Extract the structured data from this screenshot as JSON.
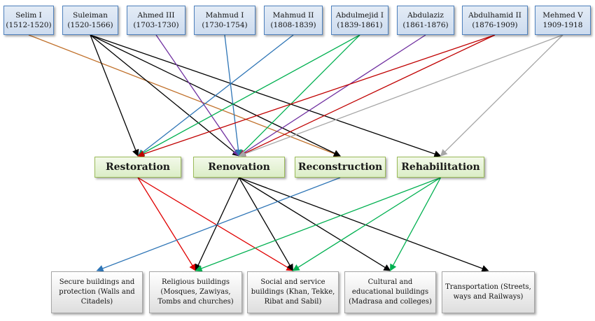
{
  "sultans": [
    {
      "name": "Selim I",
      "years": "(1512-1520)"
    },
    {
      "name": "Suleiman",
      "years": "(1520-1566)"
    },
    {
      "name": "Ahmed III",
      "years": "(1703-1730)"
    },
    {
      "name": "Mahmud I",
      "years": "(1730-1754)"
    },
    {
      "name": "Mahmud II",
      "years": "(1808-1839)"
    },
    {
      "name": "Abdulmejid I",
      "years": "(1839-1861)"
    },
    {
      "name": "Abdulaziz",
      "years": "(1861-1876)"
    },
    {
      "name": "Abdulhamid II",
      "years": "(1876-1909)"
    },
    {
      "name": "Mehmed V",
      "years": "1909-1918"
    }
  ],
  "actions": [
    "Restoration",
    "Renovation",
    "Reconstruction",
    "Rehabilitation"
  ],
  "buildings": [
    "Secure buildings and protection (Walls and Citadels)",
    "Religious buildings (Mosques, Zawiyas, Tombs and churches)",
    "Social and service buildings (Khan, Tekke, Ribat and Sabil)",
    "Cultural and educational buildings (Madrasa and colleges)",
    "Transportation (Streets, ways and Railways)"
  ],
  "links": [
    {
      "from": "sultan-0",
      "to": "action-2",
      "color": "#c0702a"
    },
    {
      "from": "sultan-1",
      "to": "action-0",
      "color": "#000000"
    },
    {
      "from": "sultan-1",
      "to": "action-1",
      "color": "#000000"
    },
    {
      "from": "sultan-1",
      "to": "action-2",
      "color": "#000000"
    },
    {
      "from": "sultan-1",
      "to": "action-3",
      "color": "#000000"
    },
    {
      "from": "sultan-2",
      "to": "action-1",
      "color": "#7030a0"
    },
    {
      "from": "sultan-3",
      "to": "action-1",
      "color": "#2e75b6"
    },
    {
      "from": "sultan-4",
      "to": "action-0",
      "color": "#2e75b6"
    },
    {
      "from": "sultan-5",
      "to": "action-0",
      "color": "#00b050"
    },
    {
      "from": "sultan-5",
      "to": "action-1",
      "color": "#00b050"
    },
    {
      "from": "sultan-6",
      "to": "action-1",
      "color": "#7030a0"
    },
    {
      "from": "sultan-7",
      "to": "action-0",
      "color": "#c00000"
    },
    {
      "from": "sultan-7",
      "to": "action-1",
      "color": "#c00000"
    },
    {
      "from": "sultan-8",
      "to": "action-1",
      "color": "#a6a6a6"
    },
    {
      "from": "sultan-8",
      "to": "action-3",
      "color": "#a6a6a6"
    },
    {
      "from": "action-0",
      "to": "building-1",
      "color": "#e00000"
    },
    {
      "from": "action-0",
      "to": "building-2",
      "color": "#e00000"
    },
    {
      "from": "action-1",
      "to": "building-1",
      "color": "#000000"
    },
    {
      "from": "action-1",
      "to": "building-2",
      "color": "#000000"
    },
    {
      "from": "action-1",
      "to": "building-3",
      "color": "#000000"
    },
    {
      "from": "action-1",
      "to": "building-4",
      "color": "#000000"
    },
    {
      "from": "action-2",
      "to": "building-0",
      "color": "#2e75b6"
    },
    {
      "from": "action-3",
      "to": "building-1",
      "color": "#00b050"
    },
    {
      "from": "action-3",
      "to": "building-2",
      "color": "#00b050"
    },
    {
      "from": "action-3",
      "to": "building-3",
      "color": "#00b050"
    }
  ]
}
